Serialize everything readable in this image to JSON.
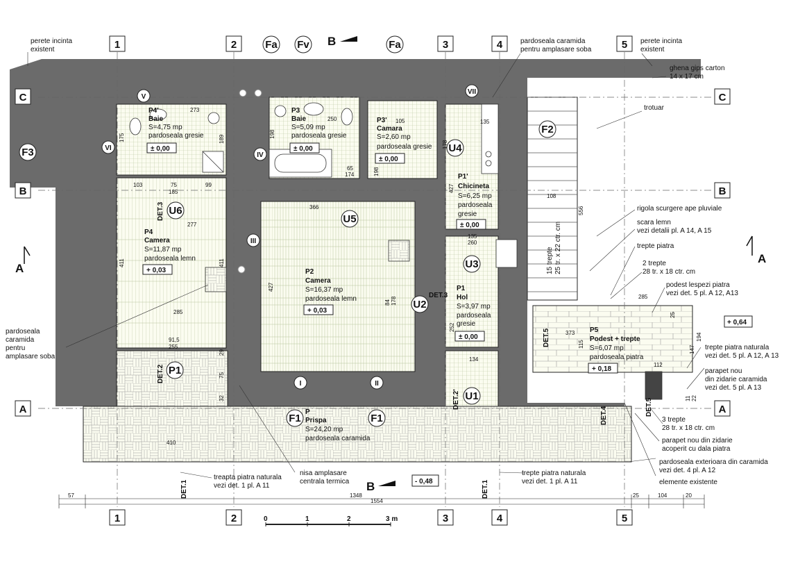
{
  "grid": {
    "cols": [
      "1",
      "2",
      "3",
      "4",
      "5"
    ],
    "rows": [
      "C",
      "B",
      "A"
    ]
  },
  "section": "B",
  "section_arrow": "A",
  "rooms": {
    "p4p": {
      "code": "P4'",
      "name": "Baie",
      "area": "S=4,75 mp",
      "floor": "pardoseala gresie",
      "level": "± 0,00"
    },
    "p3": {
      "code": "P3",
      "name": "Baie",
      "area": "S=5,09 mp",
      "floor": "pardoseala gresie",
      "level": "± 0,00"
    },
    "p3p": {
      "code": "P3'",
      "name": "Camara",
      "area": "S=2,60 mp",
      "floor": "pardoseala gresie",
      "level": "± 0,00"
    },
    "p1p": {
      "code": "P1'",
      "name": "Chicineta",
      "area": "S=6,25 mp",
      "floor1": "pardoseala",
      "floor2": "gresie",
      "level": "± 0,00"
    },
    "p4": {
      "code": "P4",
      "name": "Camera",
      "area": "S=11,87 mp",
      "floor": "pardoseala lemn",
      "level": "+ 0,03"
    },
    "p2": {
      "code": "P2",
      "name": "Camera",
      "area": "S=16,37 mp",
      "floor": "pardoseala lemn",
      "level": "+ 0,03"
    },
    "p1": {
      "code": "P1",
      "name": "Hol",
      "area": "S=3,97 mp",
      "floor1": "pardoseala",
      "floor2": "gresie",
      "level": "± 0,00"
    },
    "p5": {
      "code": "P5",
      "name": "Podest + trepte",
      "area": "S=6,07 mp",
      "floor": "pardoseala piatra",
      "level": "+ 0,18"
    },
    "p": {
      "code": "P",
      "name": "Prispa",
      "area": "S=24,20 mp",
      "floor": "pardoseala caramida"
    }
  },
  "doors": [
    "U1",
    "U2",
    "U3",
    "U4",
    "U5",
    "U6"
  ],
  "windows": {
    "fa1": "Fa",
    "fv": "Fv",
    "fa2": "Fa",
    "f1a": "F1",
    "f1b": "F1",
    "f2": "F2",
    "f3": "F3"
  },
  "roman": [
    "I",
    "II",
    "III",
    "IV",
    "V",
    "VI",
    "VII"
  ],
  "details": {
    "det3a": "DET.3",
    "det3b": "DET.3",
    "det2a": "DET.2",
    "det2b": "DET.2'",
    "det1a": "DET.1",
    "det1b": "DET.1",
    "det4": "DET.4",
    "det5a": "DET.5",
    "det5b": "DET.5"
  },
  "levels": {
    "ext": "- 0,48",
    "terrace": "+ 0,64"
  },
  "stair_text": {
    "l1": "15 trepte",
    "l2": "25 tr. x 22 ctr. cm"
  },
  "annotations": {
    "perete_left_1": "perete incinta",
    "perete_left_2": "existent",
    "perete_right_1": "perete incinta",
    "perete_right_2": "existent",
    "soba_top_1": "pardoseala caramida",
    "soba_top_2": "pentru amplasare soba",
    "ghena_1": "ghena gips carton",
    "ghena_2": "14 x 17 cm",
    "trotuar": "trotuar",
    "rigola": "rigola scurgere ape pluviale",
    "scara_1": "scara lemn",
    "scara_2": "vezi detalii pl. A 14, A 15",
    "trepte_piatra": "trepte piatra",
    "doua_tr_1": "2 trepte",
    "doua_tr_2": "28 tr. x 18 ctr. cm",
    "podest_1": "podest lespezi piatra",
    "podest_2": "vezi det. 5 pl. A 12, A13",
    "tr_nat_r_1": "trepte piatra naturala",
    "tr_nat_r_2": "vezi det. 5 pl. A 12, A 13",
    "parapet_1": "parapet nou",
    "parapet_2": "din zidarie caramida",
    "parapet_3": "vezi det. 5 pl. A 13",
    "trei_tr_1": "3 trepte",
    "trei_tr_2": "28 tr. x 18 ctr. cm",
    "parapet_dala_1": "parapet nou din zidarie",
    "parapet_dala_2": "acoperit cu dala piatra",
    "pard_ext_1": "pardoseala exterioara din caramida",
    "pard_ext_2": "vezi det. 4 pl. A 12",
    "elemente": "elemente existente",
    "soba_left_1": "pardoseala",
    "soba_left_2": "caramida",
    "soba_left_3": "pentru",
    "soba_left_4": "amplasare soba",
    "treapta_1": "treapta piatra naturala",
    "treapta_2": "vezi det. 1 pl. A 11",
    "nisa_1": "nisa amplasare",
    "nisa_2": "centrala termica",
    "treapta_r_1": "trepte piatra naturala",
    "treapta_r_2": "vezi det. 1 pl. A 11"
  },
  "dims": {
    "d273": "273",
    "d250": "250",
    "d105": "105",
    "d135": "135",
    "d175": "175",
    "d189": "189",
    "d198": "198",
    "d65": "65",
    "d174": "174",
    "d198b": "198",
    "d178": "178",
    "d103": "103",
    "d75": "75",
    "d99": "99",
    "d185": "185",
    "d277": "277",
    "d366": "366",
    "d427a": "427",
    "d427b": "427",
    "d411a": "411",
    "d411b": "411",
    "d108": "108",
    "d556": "556",
    "d260": "260",
    "d135b": "135",
    "d285a": "285",
    "d285b": "285",
    "d84": "84",
    "d178b": "178",
    "d252": "252",
    "d134": "134",
    "d373": "373",
    "d115": "115",
    "d147": "147",
    "d194": "194",
    "d112": "112",
    "d91": "91,5",
    "d255": "255",
    "d29": "29",
    "d75b": "75",
    "d32": "32",
    "d410": "410",
    "d25a": "25",
    "d11": "11",
    "d22": "22",
    "d57": "57",
    "d1348": "1348",
    "d1554": "1554",
    "d25": "25",
    "d104": "104",
    "d20": "20"
  },
  "scale": {
    "s0": "0",
    "s1": "1",
    "s2": "2",
    "s3": "3 m"
  }
}
